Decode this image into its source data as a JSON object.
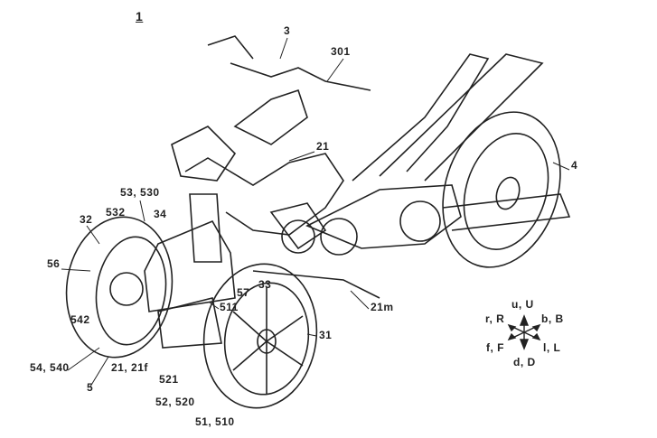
{
  "figure": {
    "number": "1",
    "labels": {
      "handlebar": "3",
      "grip": "301",
      "frame": "21",
      "rear_wheel": "4",
      "front_left_suspension": "53, 530",
      "front_left_wheel": "32",
      "part_532": "532",
      "part_34": "34",
      "part_56": "56",
      "part_542": "542",
      "part_57": "57",
      "part_33": "33",
      "part_511": "511",
      "frame_middle": "21m",
      "front_right_wheel": "31",
      "part_54_540": "54, 540",
      "frame_front": "21, 21f",
      "linkage": "5",
      "part_521": "521",
      "part_52_520": "52, 520",
      "part_51_510": "51, 510"
    },
    "compass": {
      "up": "u, U",
      "right_rear": "r, R",
      "back": "b, B",
      "front": "f, F",
      "left": "l, L",
      "down": "d, D"
    }
  }
}
